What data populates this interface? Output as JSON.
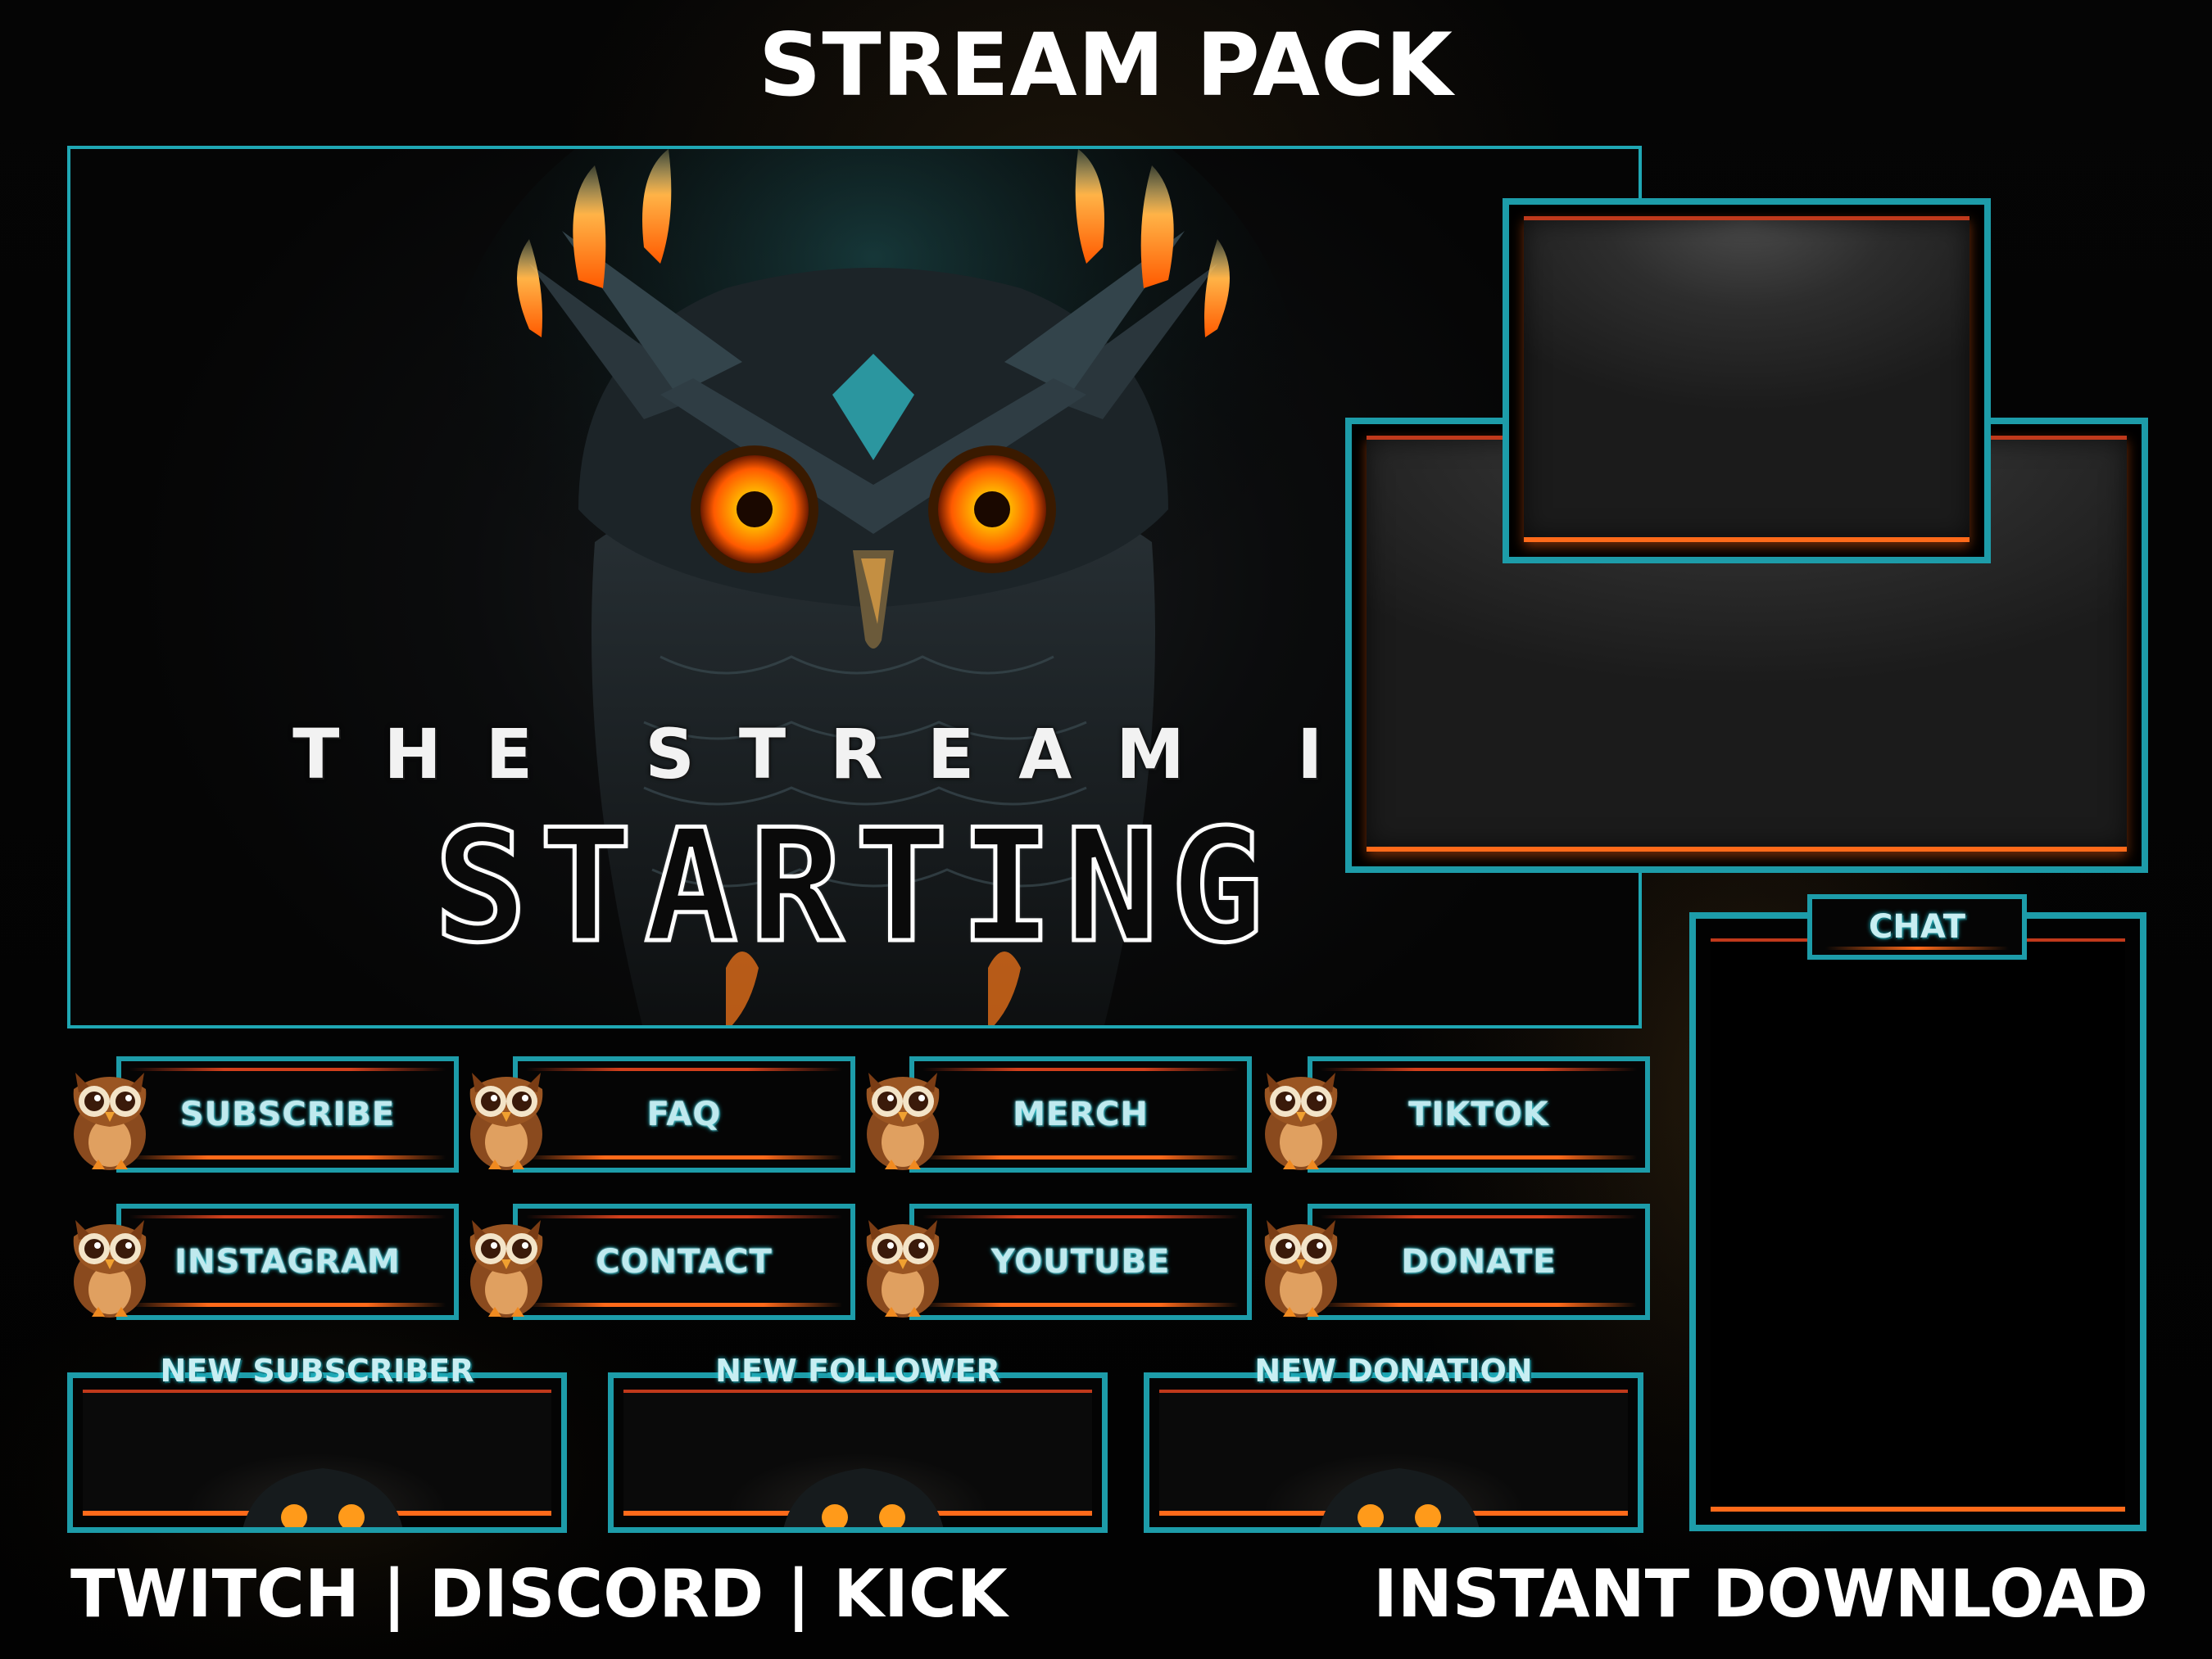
{
  "header": {
    "title": "STREAM PACK"
  },
  "starting_screen": {
    "line1": "THE STREAM IS",
    "line2": "STARTING"
  },
  "panels": [
    {
      "label": "SUBSCRIBE",
      "icon": "owl-icon"
    },
    {
      "label": "FAQ",
      "icon": "owl-icon"
    },
    {
      "label": "MERCH",
      "icon": "owl-icon"
    },
    {
      "label": "TIKTOK",
      "icon": "owl-icon"
    },
    {
      "label": "INSTAGRAM",
      "icon": "owl-icon"
    },
    {
      "label": "CONTACT",
      "icon": "owl-icon"
    },
    {
      "label": "YOUTUBE",
      "icon": "owl-icon"
    },
    {
      "label": "DONATE",
      "icon": "owl-icon"
    }
  ],
  "alerts": [
    {
      "title": "NEW SUBSCRIBER"
    },
    {
      "title": "NEW FOLLOWER"
    },
    {
      "title": "NEW DONATION"
    }
  ],
  "chat": {
    "label": "CHAT"
  },
  "footer": {
    "platforms": "TWITCH | DISCORD | KICK",
    "download": "INSTANT DOWNLOAD"
  },
  "colors": {
    "frame_teal": "#1d9ca9",
    "accent_orange": "#ff6a1a",
    "accent_red": "#c0391b",
    "background": "#000000"
  }
}
